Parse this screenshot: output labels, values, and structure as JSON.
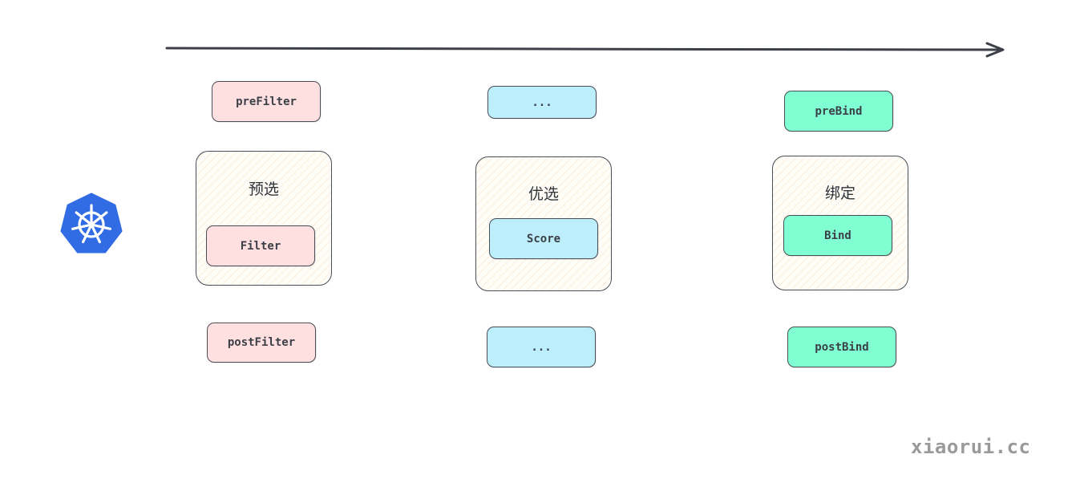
{
  "colors": {
    "filter": "#ffe0e0",
    "score": "#bdeefc",
    "bind": "#80ffd2",
    "stroke": "#4a4e57",
    "logo": "#326ce5"
  },
  "logo": {
    "icon": "kubernetes-helm-icon"
  },
  "timeline": {
    "icon": "arrow-right-icon"
  },
  "stages": {
    "filter": {
      "title": "预选",
      "pre": "preFilter",
      "main": "Filter",
      "post": "postFilter"
    },
    "score": {
      "title": "优选",
      "pre": "...",
      "main": "Score",
      "post": "..."
    },
    "bind": {
      "title": "绑定",
      "pre": "preBind",
      "main": "Bind",
      "post": "postBind"
    }
  },
  "watermark": "xiaorui.cc"
}
